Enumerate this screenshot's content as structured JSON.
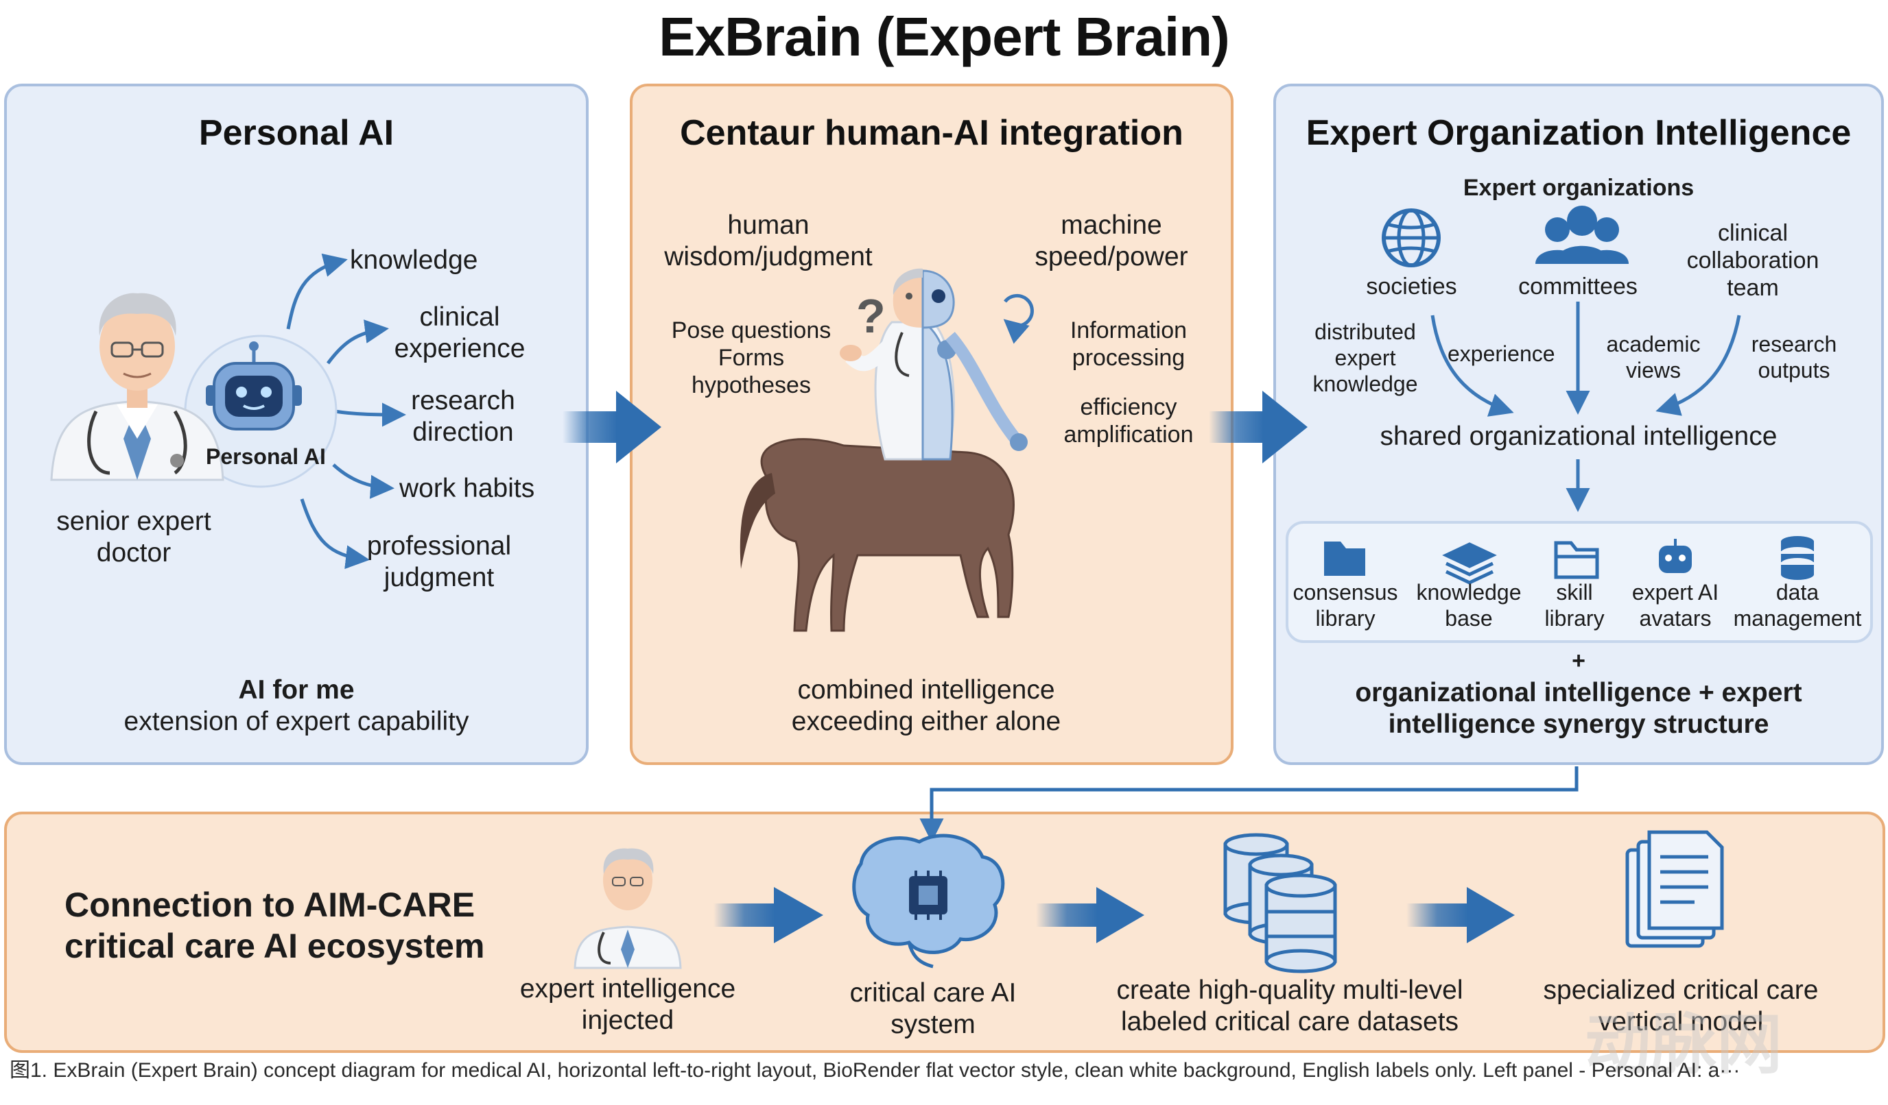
{
  "title": "ExBrain (Expert Brain)",
  "colors": {
    "arrow": "#2f6eb0",
    "blue_panel": "#e7eef9",
    "orange_panel": "#fbe6d3",
    "blue_border": "#a9bfdf",
    "orange_border": "#e9ad78"
  },
  "personal_ai": {
    "title": "Personal AI",
    "doctor_label": "senior expert doctor",
    "robot_label": "Personal AI",
    "branches": [
      "knowledge",
      "clinical experience",
      "research direction",
      "work habits",
      "professional judgment"
    ],
    "footer_bold": "AI for me",
    "footer": "extension of expert capability"
  },
  "centaur": {
    "title": "Centaur human-AI integration",
    "human_label": "human wisdom/judgment",
    "machine_label": "machine speed/power",
    "human_tasks": "Pose questions Forms hypotheses",
    "question_mark": "?",
    "machine_tasks_1": "Information processing",
    "machine_tasks_2": "efficiency amplification",
    "footer": "combined intelligence exceeding either alone"
  },
  "org": {
    "title": "Expert Organization Intelligence",
    "subtitle": "Expert organizations",
    "sources": [
      "societies",
      "committees",
      "clinical collaboration team"
    ],
    "inputs": [
      "distributed expert knowledge",
      "experience",
      "academic views",
      "research outputs"
    ],
    "shared": "shared organizational intelligence",
    "assets": [
      "consensus library",
      "knowledge base",
      "skill library",
      "expert AI avatars",
      "data management"
    ],
    "plus": "+",
    "synergy": "organizational intelligence + expert intelligence synergy structure"
  },
  "aimcare": {
    "title": "Connection to AIM-CARE critical care AI ecosystem",
    "steps": [
      "expert intelligence injected",
      "critical care AI system",
      "create high-quality multi-level labeled critical care datasets",
      "specialized critical care vertical model"
    ]
  },
  "caption": "图1. ExBrain (Expert Brain) concept diagram for medical AI, horizontal left-to-right layout, BioRender flat vector style, clean white background, English labels only. Left panel - Personal AI: a···",
  "watermark": "动脉网"
}
